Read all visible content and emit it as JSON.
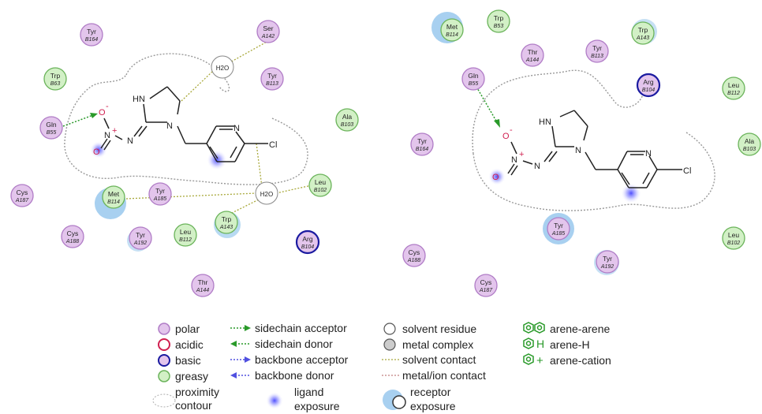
{
  "left_panel": {
    "residues": [
      {
        "name": "Tyr",
        "id": "B164",
        "type": "polar"
      },
      {
        "name": "Ser",
        "id": "A142",
        "type": "polar"
      },
      {
        "name": "Trp",
        "id": "B63",
        "type": "greasy"
      },
      {
        "name": "Tyr",
        "id": "B113",
        "type": "polar"
      },
      {
        "name": "Gln",
        "id": "B55",
        "type": "polar"
      },
      {
        "name": "Ala",
        "id": "B103",
        "type": "greasy"
      },
      {
        "name": "Leu",
        "id": "B102",
        "type": "greasy"
      },
      {
        "name": "Cys",
        "id": "A187",
        "type": "polar"
      },
      {
        "name": "Met",
        "id": "B114",
        "type": "greasy"
      },
      {
        "name": "Tyr",
        "id": "A185",
        "type": "polar"
      },
      {
        "name": "Trp",
        "id": "A143",
        "type": "greasy"
      },
      {
        "name": "Cys",
        "id": "A188",
        "type": "polar"
      },
      {
        "name": "Tyr",
        "id": "A192",
        "type": "polar"
      },
      {
        "name": "Leu",
        "id": "B112",
        "type": "greasy"
      },
      {
        "name": "Arg",
        "id": "B104",
        "type": "basic"
      },
      {
        "name": "Thr",
        "id": "A144",
        "type": "polar"
      }
    ],
    "waters": [
      "H2O",
      "H2O"
    ]
  },
  "right_panel": {
    "residues": [
      {
        "name": "Met",
        "id": "B114",
        "type": "greasy"
      },
      {
        "name": "Trp",
        "id": "B53",
        "type": "greasy"
      },
      {
        "name": "Trp",
        "id": "A143",
        "type": "greasy"
      },
      {
        "name": "Thr",
        "id": "A144",
        "type": "polar"
      },
      {
        "name": "Tyr",
        "id": "B113",
        "type": "polar"
      },
      {
        "name": "Gln",
        "id": "B55",
        "type": "polar"
      },
      {
        "name": "Arg",
        "id": "B104",
        "type": "basic"
      },
      {
        "name": "Leu",
        "id": "B112",
        "type": "greasy"
      },
      {
        "name": "Tyr",
        "id": "B164",
        "type": "polar"
      },
      {
        "name": "Ala",
        "id": "B103",
        "type": "greasy"
      },
      {
        "name": "Tyr",
        "id": "A185",
        "type": "polar"
      },
      {
        "name": "Cys",
        "id": "A188",
        "type": "polar"
      },
      {
        "name": "Tyr",
        "id": "A192",
        "type": "polar"
      },
      {
        "name": "Leu",
        "id": "B102",
        "type": "greasy"
      },
      {
        "name": "Cys",
        "id": "A187",
        "type": "polar"
      }
    ]
  },
  "ligand_atoms": {
    "hn": "HN",
    "n": "N",
    "cl": "Cl",
    "o": "O",
    "n_plus": "N",
    "plus": "+",
    "minus": "-"
  },
  "legend": {
    "col1": [
      "polar",
      "acidic",
      "basic",
      "greasy",
      "proximity",
      "contour"
    ],
    "col2": [
      "sidechain acceptor",
      "sidechain donor",
      "backbone acceptor",
      "backbone donor",
      "ligand",
      "exposure"
    ],
    "col3": [
      "solvent residue",
      "metal complex",
      "solvent contact",
      "metal/ion contact",
      "receptor",
      "exposure"
    ],
    "col4": [
      "arene-arene",
      "arene-H",
      "arene-cation"
    ],
    "col4_symbols": [
      "H",
      "+"
    ]
  },
  "colors": {
    "polar_fill": "#e3c5ec",
    "polar_stroke": "#b07cc6",
    "acidic_stroke": "#d02050",
    "basic_stroke": "#1a1aa0",
    "greasy_fill": "#d2f0c6",
    "greasy_stroke": "#6ab35a",
    "hbond": "#2a9a2a",
    "solvent_contact": "#a8a83a",
    "backbone": "#5050e0",
    "exposure": "#a8d0f0"
  }
}
